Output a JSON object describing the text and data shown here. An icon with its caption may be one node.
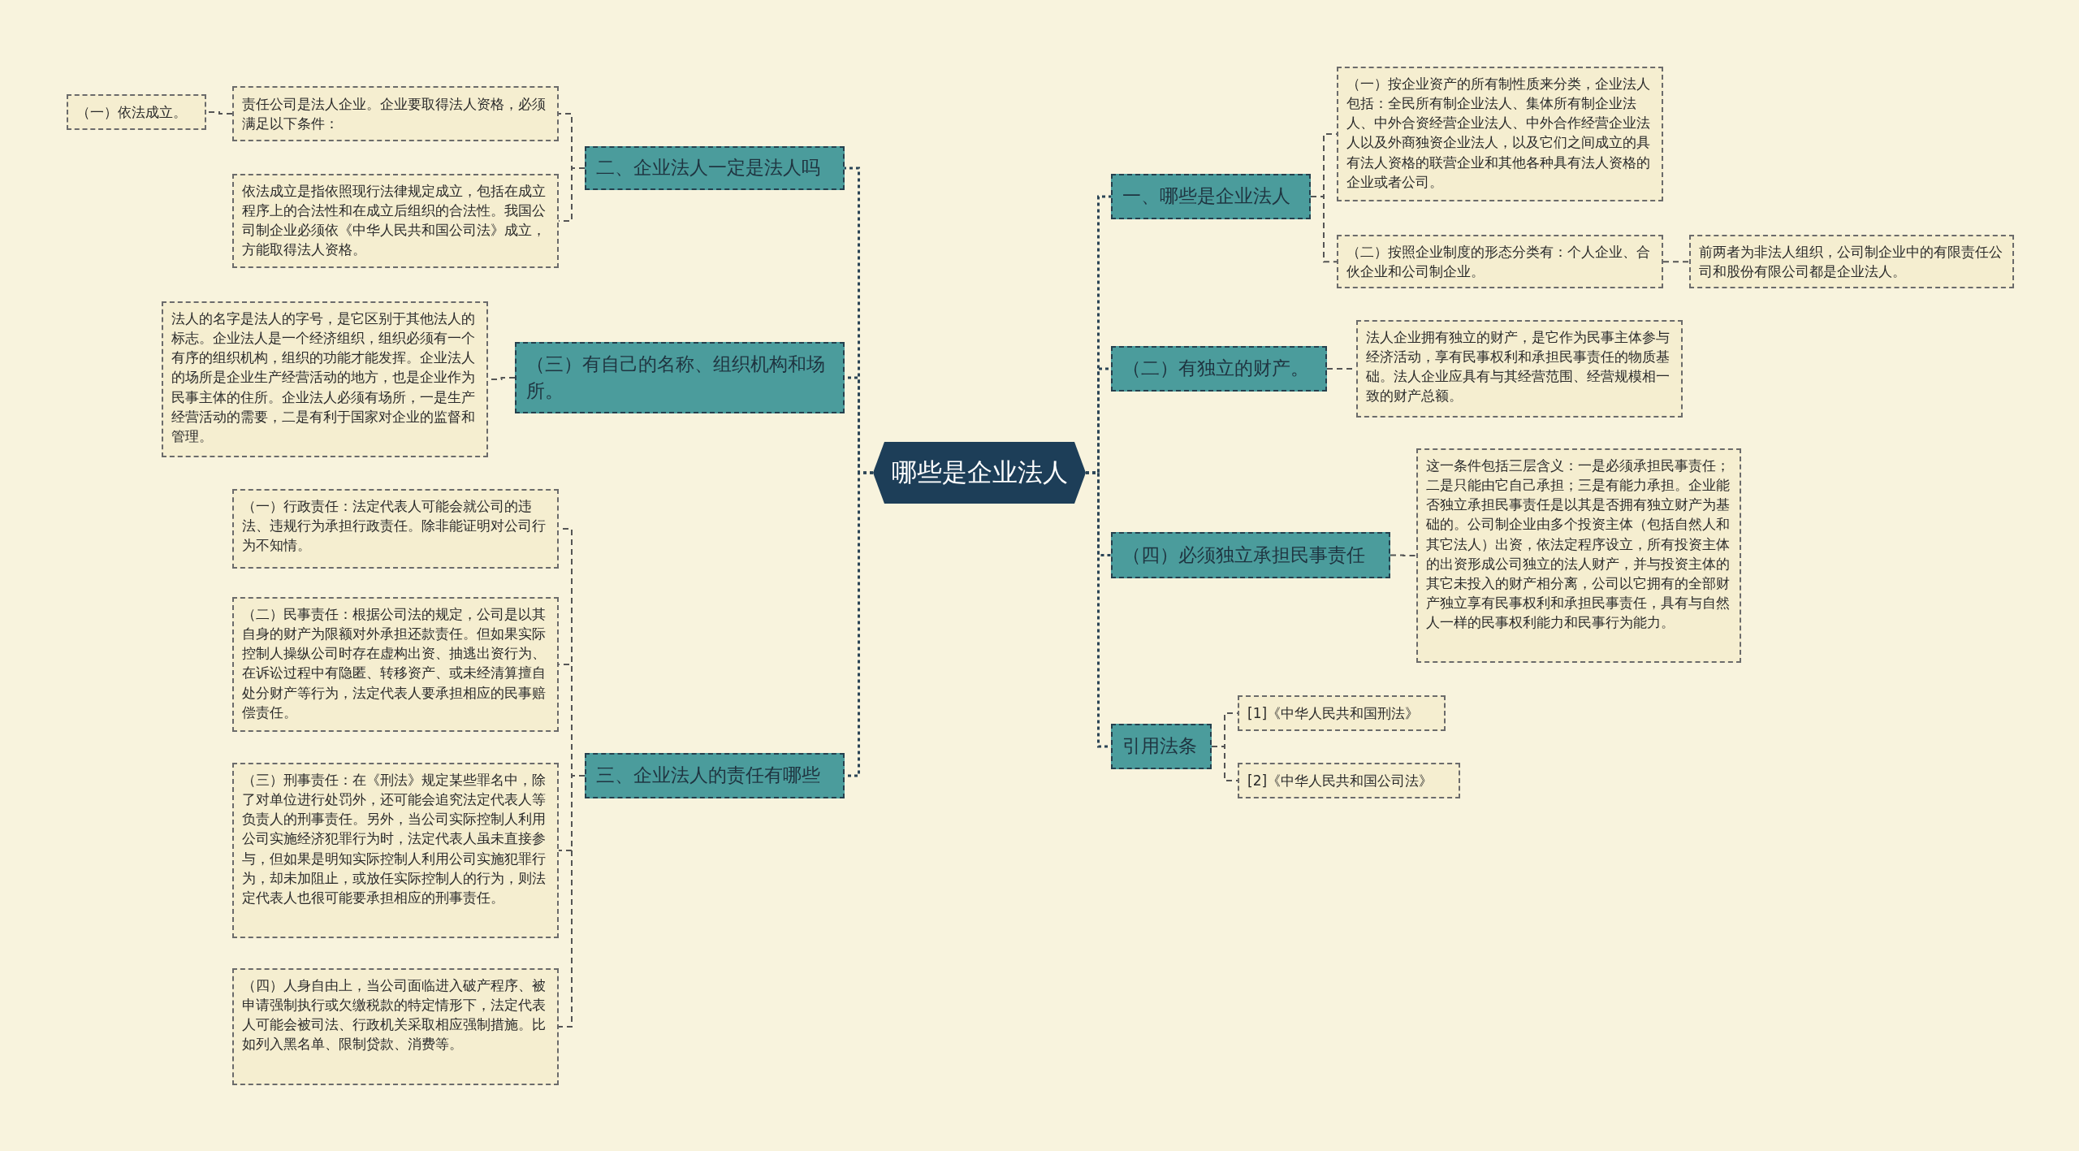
{
  "diagram": {
    "nodes": [
      {
        "text": [
          "哪些是企业法人"
        ]
      },
      {
        "text": [
          "二、企业法人一定是法人吗"
        ]
      },
      {
        "text": [
          "责任公司是法人企业。企业要取得法人资格，必须满足以下条件："
        ]
      },
      {
        "text": [
          "（一）依法成立。"
        ]
      },
      {
        "text": [
          "依法成立是指依照现行法律规定成立，包括在成立程序上的合法性和在成立后组织的合法性。我国公司制企业必须依《中华人民共和国公司法》成立，方能取得法人资格。"
        ]
      },
      {
        "text": [
          "（三）有自己的名称、组织机构和场所。"
        ]
      },
      {
        "text": [
          "法人的名字是法人的字号，是它区别于其他法人的标志。企业法人是一个经济组织，组织必须有一个有序的组织机构，组织的功能才能发挥。企业法人的场所是企业生产经营活动的地方，也是企业作为民事主体的住所。企业法人必须有场所，一是生产经营活动的需要，二是有利于国家对企业的监督和管理。"
        ]
      },
      {
        "text": [
          "三、企业法人的责任有哪些"
        ]
      },
      {
        "text": [
          "（一）行政责任：法定代表人可能会就公司的违法、违规行为承担行政责任。除非能证明对公司行为不知情。"
        ]
      },
      {
        "text": [
          "（二）民事责任：根据公司法的规定，公司是以其自身的财产为限额对外承担还款责任。但如果实际控制人操纵公司时存在虚构出资、抽逃出资行为、在诉讼过程中有隐匿、转移资产、或未经清算擅自处分财产等行为，法定代表人要承担相应的民事赔偿责任。"
        ]
      },
      {
        "text": [
          "（三）刑事责任：在《刑法》规定某些罪名中，除了对单位进行处罚外，还可能会追究法定代表人等负责人的刑事责任。另外，当公司实际控制人利用公司实施经济犯罪行为时，法定代表人虽未直接参与，但如果是明知实际控制人利用公司实施犯罪行为，却未加阻止，或放任实际控制人的行为，则法定代表人也很可能要承担相应的刑事责任。"
        ]
      },
      {
        "text": [
          "（四）人身自由上，当公司面临进入破产程序、被申请强制执行或欠缴税款的特定情形下，法定代表人可能会被司法、行政机关采取相应强制措施。比如列入黑名单、限制贷款、消费等。"
        ]
      },
      {
        "text": [
          "一、哪些是企业法人"
        ]
      },
      {
        "text": [
          "（一）按企业资产的所有制性质来分类，企业法人包括：全民所有制企业法人、集体所有制企业法人、中外合资经营企业法人、中外合作经营企业法人以及外商独资企业法人，以及它们之间成立的具有法人资格的联营企业和其他各种具有法人资格的企业或者公司。"
        ]
      },
      {
        "text": [
          "（二）按照企业制度的形态分类有：个人企业、合伙企业和公司制企业。"
        ]
      },
      {
        "text": [
          "前两者为非法人组织，公司制企业中的有限责任公司和股份有限公司都是企业法人。"
        ]
      },
      {
        "text": [
          "（二）有独立的财产。"
        ]
      },
      {
        "text": [
          "法人企业拥有独立的财产，是它作为民事主体参与经济活动，享有民事权利和承担民事责任的物质基础。法人企业应具有与其经营范围、经营规模相一致的财产总额。"
        ]
      },
      {
        "text": [
          "（四）必须独立承担民事责任"
        ]
      },
      {
        "text": [
          "这一条件包括三层含义：一是必须承担民事责任；二是只能由它自己承担；三是有能力承担。企业能否独立承担民事责任是以其是否拥有独立财产为基础的。公司制企业由多个投资主体（包括自然人和其它法人）出资，依法定程序设立，所有投资主体的出资形成公司独立的法人财产，并与投资主体的其它未投入的财产相分离，公司以它拥有的全部财产独立享有民事权利和承担民事责任，具有与自然人一样的民事权利能力和民事行为能力。"
        ]
      },
      {
        "text": [
          "引用法条"
        ]
      },
      {
        "text": [
          "[1]《中华人民共和国刑法》"
        ]
      },
      {
        "text": [
          "[2]《中华人民共和国公司法》"
        ]
      }
    ],
    "edges": [
      {
        "from": 0,
        "to": 1,
        "arrow": "none",
        "color": "#2b4456"
      },
      {
        "from": 1,
        "to": 2,
        "arrow": "none"
      },
      {
        "from": 2,
        "to": 3,
        "arrow": "none"
      },
      {
        "from": 1,
        "to": 4,
        "arrow": "none"
      },
      {
        "from": 0,
        "to": 5,
        "arrow": "none",
        "color": "#2b4456"
      },
      {
        "from": 5,
        "to": 6,
        "arrow": "none"
      },
      {
        "from": 0,
        "to": 7,
        "arrow": "none",
        "color": "#2b4456"
      },
      {
        "from": 7,
        "to": 8,
        "arrow": "none"
      },
      {
        "from": 7,
        "to": 9,
        "arrow": "none"
      },
      {
        "from": 7,
        "to": 10,
        "arrow": "none"
      },
      {
        "from": 7,
        "to": 11,
        "arrow": "none"
      },
      {
        "from": 0,
        "to": 12,
        "arrow": "none",
        "color": "#2b4456"
      },
      {
        "from": 12,
        "to": 13,
        "arrow": "none"
      },
      {
        "from": 12,
        "to": 14,
        "arrow": "none"
      },
      {
        "from": 14,
        "to": 15,
        "arrow": "none"
      },
      {
        "from": 0,
        "to": 16,
        "arrow": "none",
        "color": "#2b4456"
      },
      {
        "from": 16,
        "to": 17,
        "arrow": "none"
      },
      {
        "from": 0,
        "to": 18,
        "arrow": "none",
        "color": "#2b4456"
      },
      {
        "from": 18,
        "to": 19,
        "arrow": "none"
      },
      {
        "from": 0,
        "to": 20,
        "arrow": "none",
        "color": "#2b4456"
      },
      {
        "from": 20,
        "to": 21,
        "arrow": "none"
      },
      {
        "from": 20,
        "to": 22,
        "arrow": "none"
      }
    ]
  }
}
